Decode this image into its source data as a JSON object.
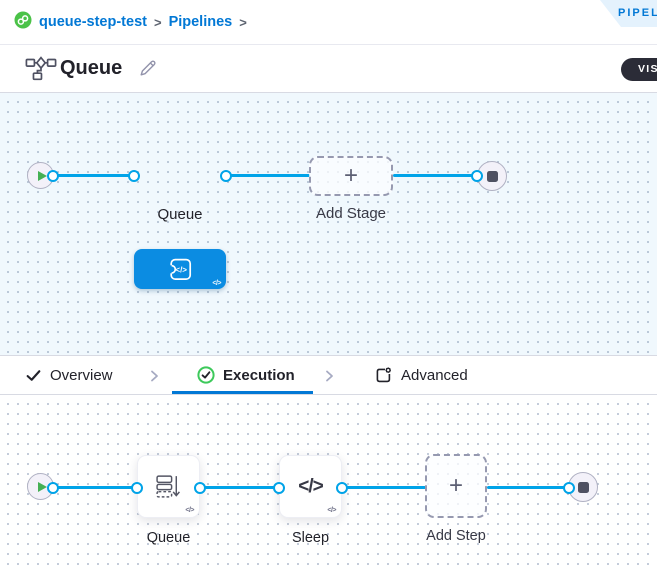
{
  "breadcrumb": {
    "project": "queue-step-test",
    "separator": ">",
    "section": "Pipelines"
  },
  "ribbon": {
    "label": "PIPELINE STUDIO"
  },
  "header": {
    "title": "Queue",
    "view_toggle_label": "VISUAL"
  },
  "stage_canvas": {
    "stage_label": "Queue",
    "add_label": "Add Stage",
    "add_glyph": "+"
  },
  "tabs": {
    "overview": "Overview",
    "execution": "Execution",
    "advanced": "Advanced"
  },
  "step_canvas": {
    "step1_label": "Queue",
    "step2_label": "Sleep",
    "add_label": "Add Step",
    "add_glyph": "+"
  },
  "icons": {
    "code_glyph": "</>"
  },
  "colors": {
    "accent_blue": "#0278d5",
    "node_blue": "#0b8ce2",
    "connector": "#00a3e8",
    "success_green": "#42ab45",
    "canvas_blue_bg": "#f0f8fd"
  }
}
